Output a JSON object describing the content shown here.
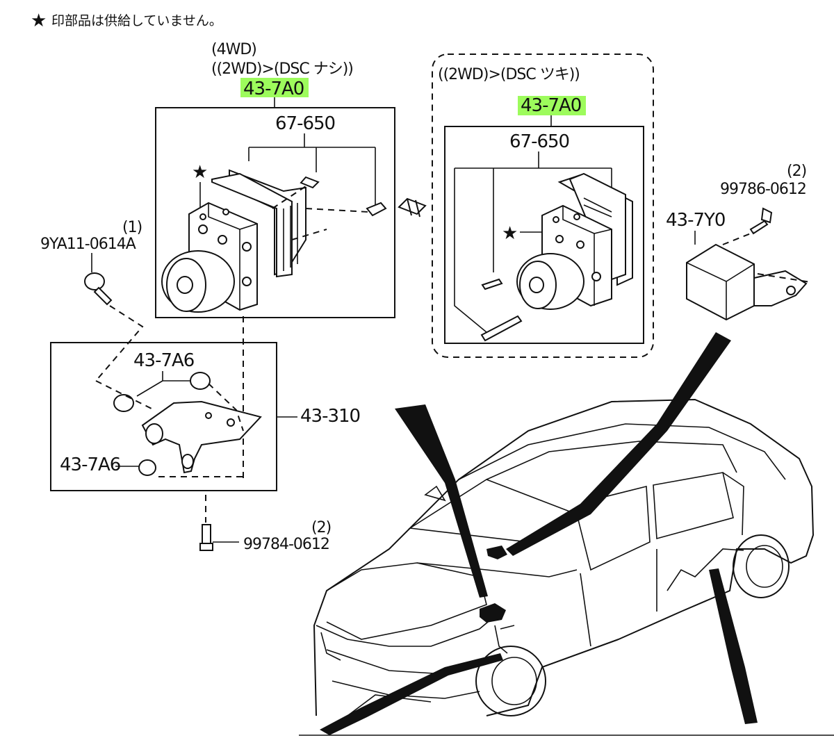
{
  "note": "印部品は供給していません。",
  "left_unit": {
    "variant_line1": "(4WD)",
    "variant_line2": "((2WD)>(DSC ナシ))",
    "part_number": "43-7A0",
    "sub_part": "67-650"
  },
  "right_unit": {
    "variant_line1": "((2WD)>(DSC ツキ))",
    "part_number": "43-7A0",
    "sub_part": "67-650"
  },
  "parts": {
    "bolt_left_number": "9YA11-0614A",
    "bolt_left_qty": "(1)",
    "bracket_number": "43-310",
    "bushing_upper": "43-7A6",
    "bushing_lower": "43-7A6",
    "bolt_bottom_number": "99784-0612",
    "bolt_bottom_qty": "(2)",
    "sensor_number": "43-7Y0",
    "bolt_right_number": "99786-0612",
    "bolt_right_qty": "(2)"
  },
  "colors": {
    "highlight": "#9dfb5c",
    "line": "#111111"
  }
}
